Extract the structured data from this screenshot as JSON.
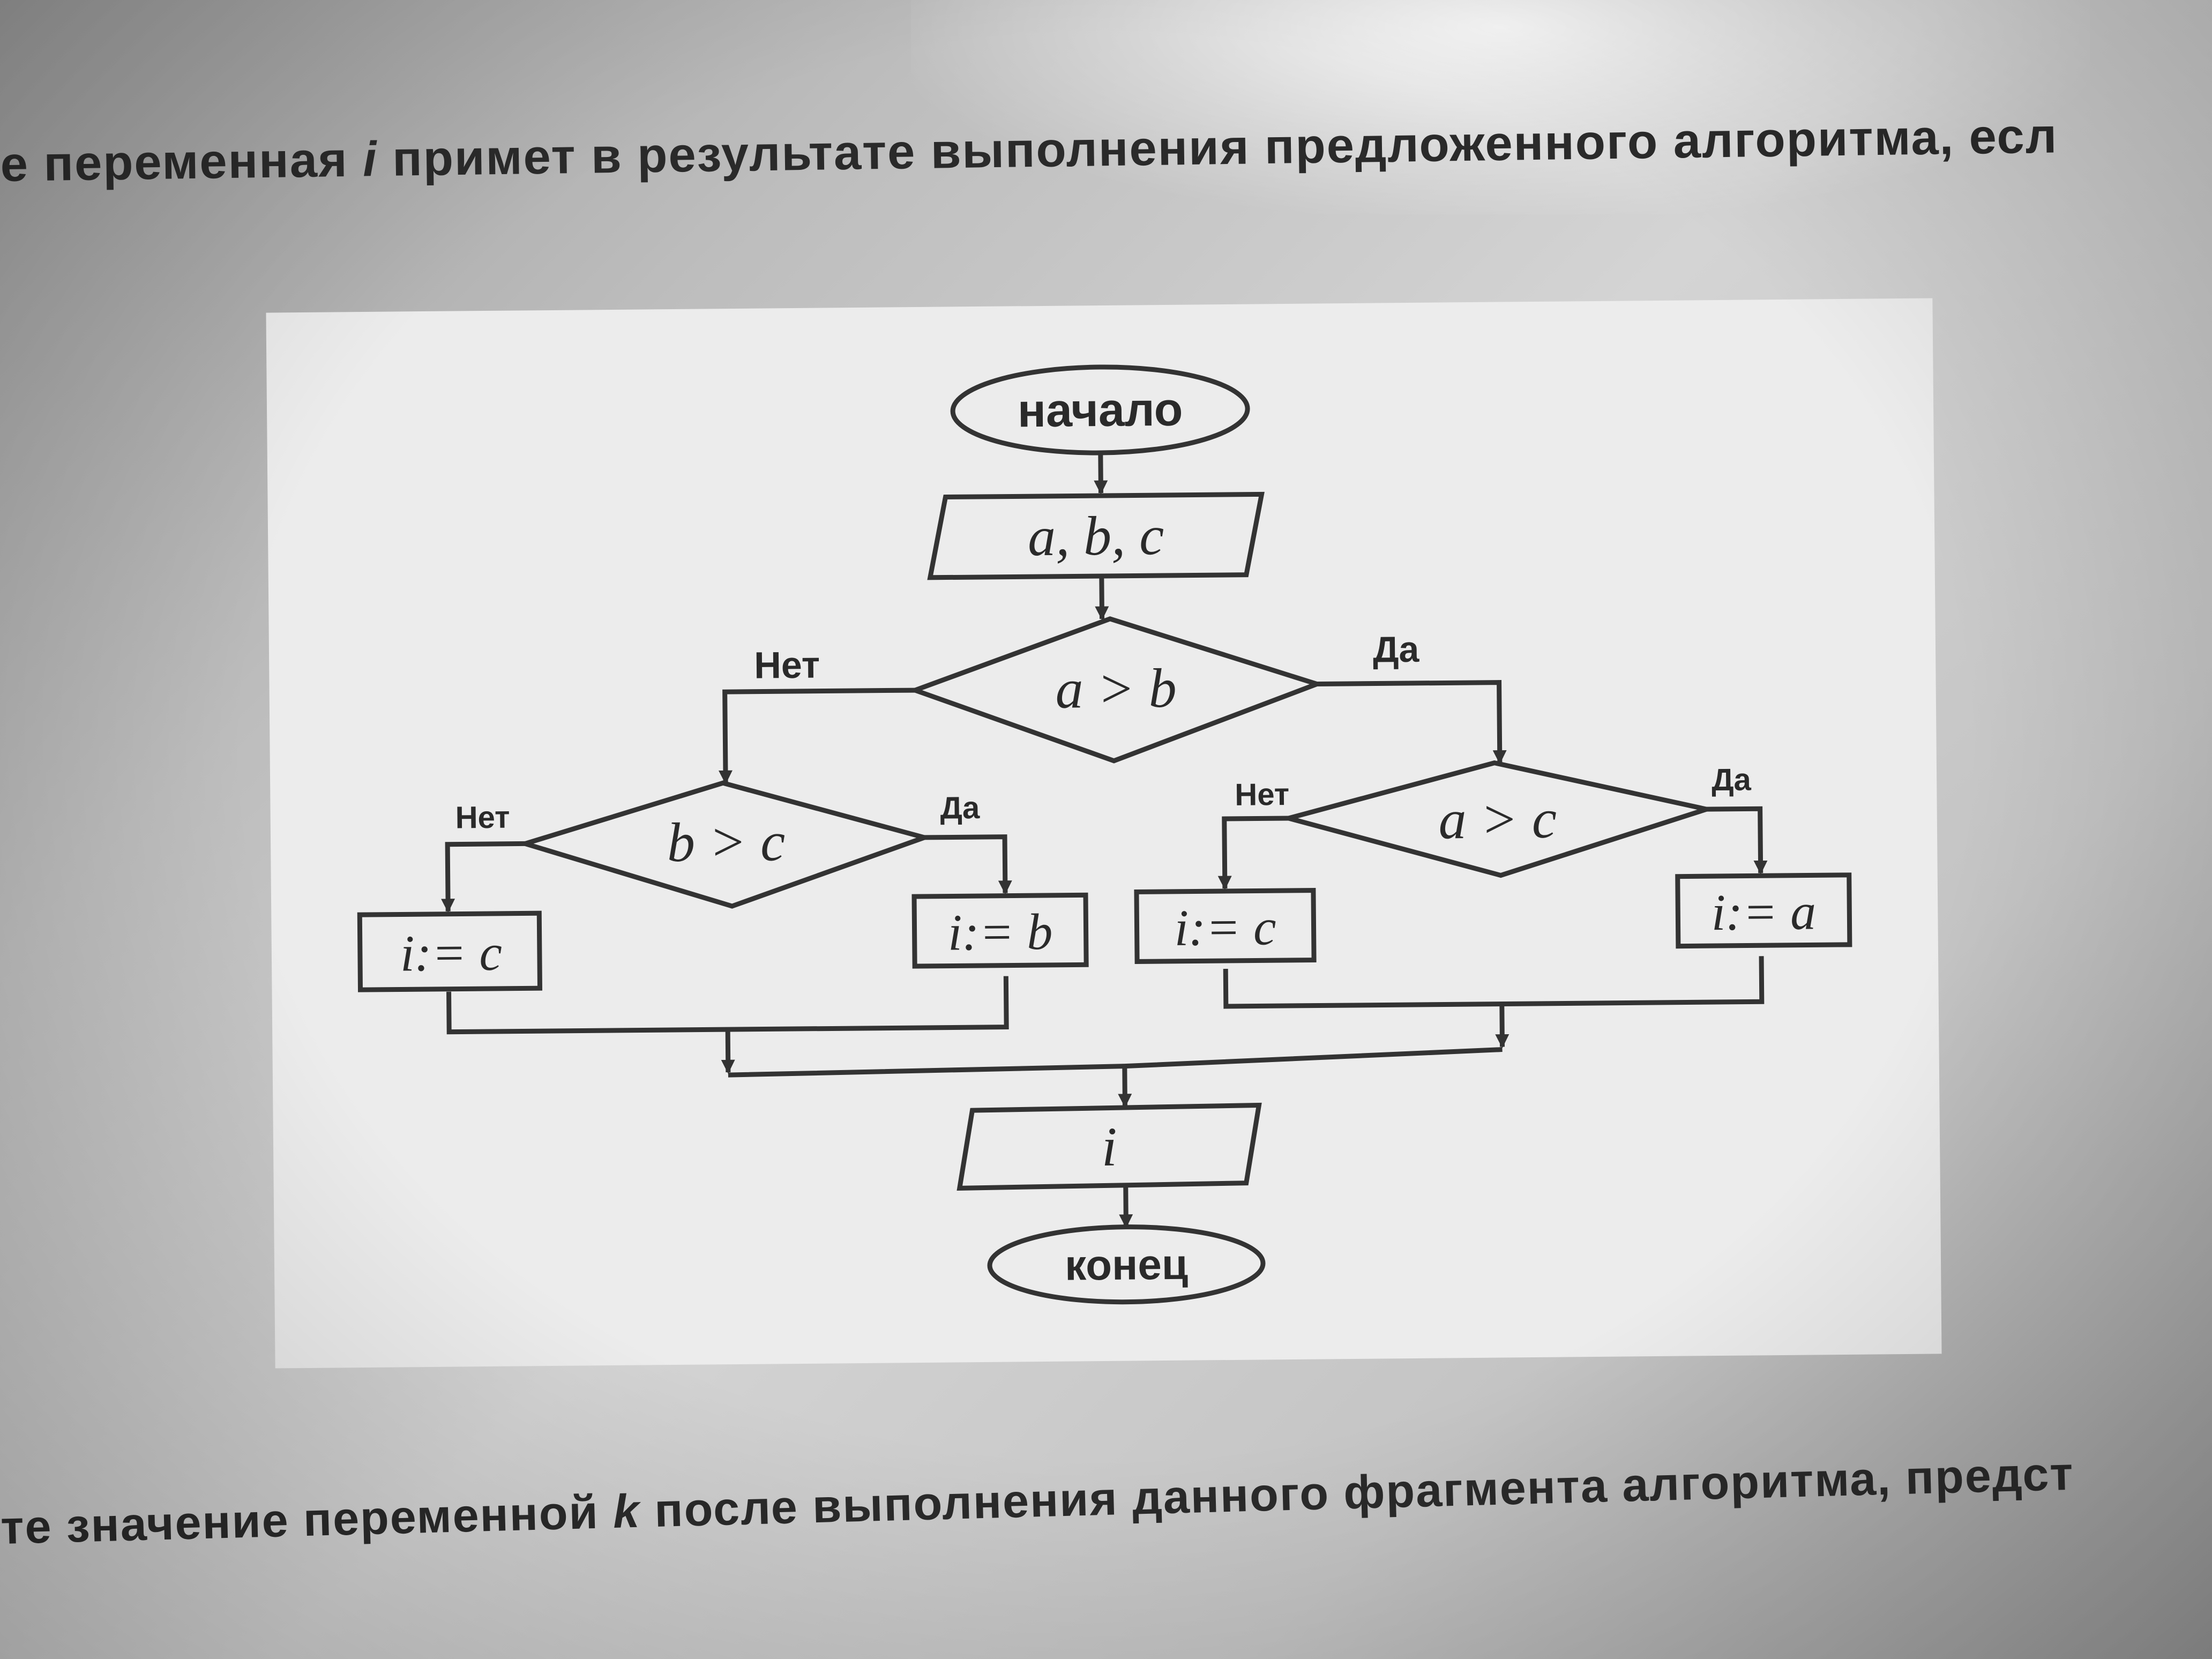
{
  "question_top": {
    "before_var": "е переменная ",
    "var": "i",
    "after_var": " примет в результате выполнения предложенного алгоритма, есл"
  },
  "question_bottom": {
    "before_var": "те значение переменной ",
    "var": "k",
    "after_var": " после выполнения данного фрагмента алгоритма, предст"
  },
  "flowchart": {
    "start": "начало",
    "input": "a, b, c",
    "cond_main": "a > b",
    "cond_left": "b > c",
    "cond_right": "a > c",
    "assign_1": "i:= c",
    "assign_2": "i:= b",
    "assign_3": "i:= c",
    "assign_4": "i:= a",
    "output": "i",
    "end": "конец",
    "label_no_main": "Нет",
    "label_yes_main": "Да",
    "label_no_left": "Нет",
    "label_yes_left": "Да",
    "label_no_right": "Нет",
    "label_yes_right": "Да"
  }
}
